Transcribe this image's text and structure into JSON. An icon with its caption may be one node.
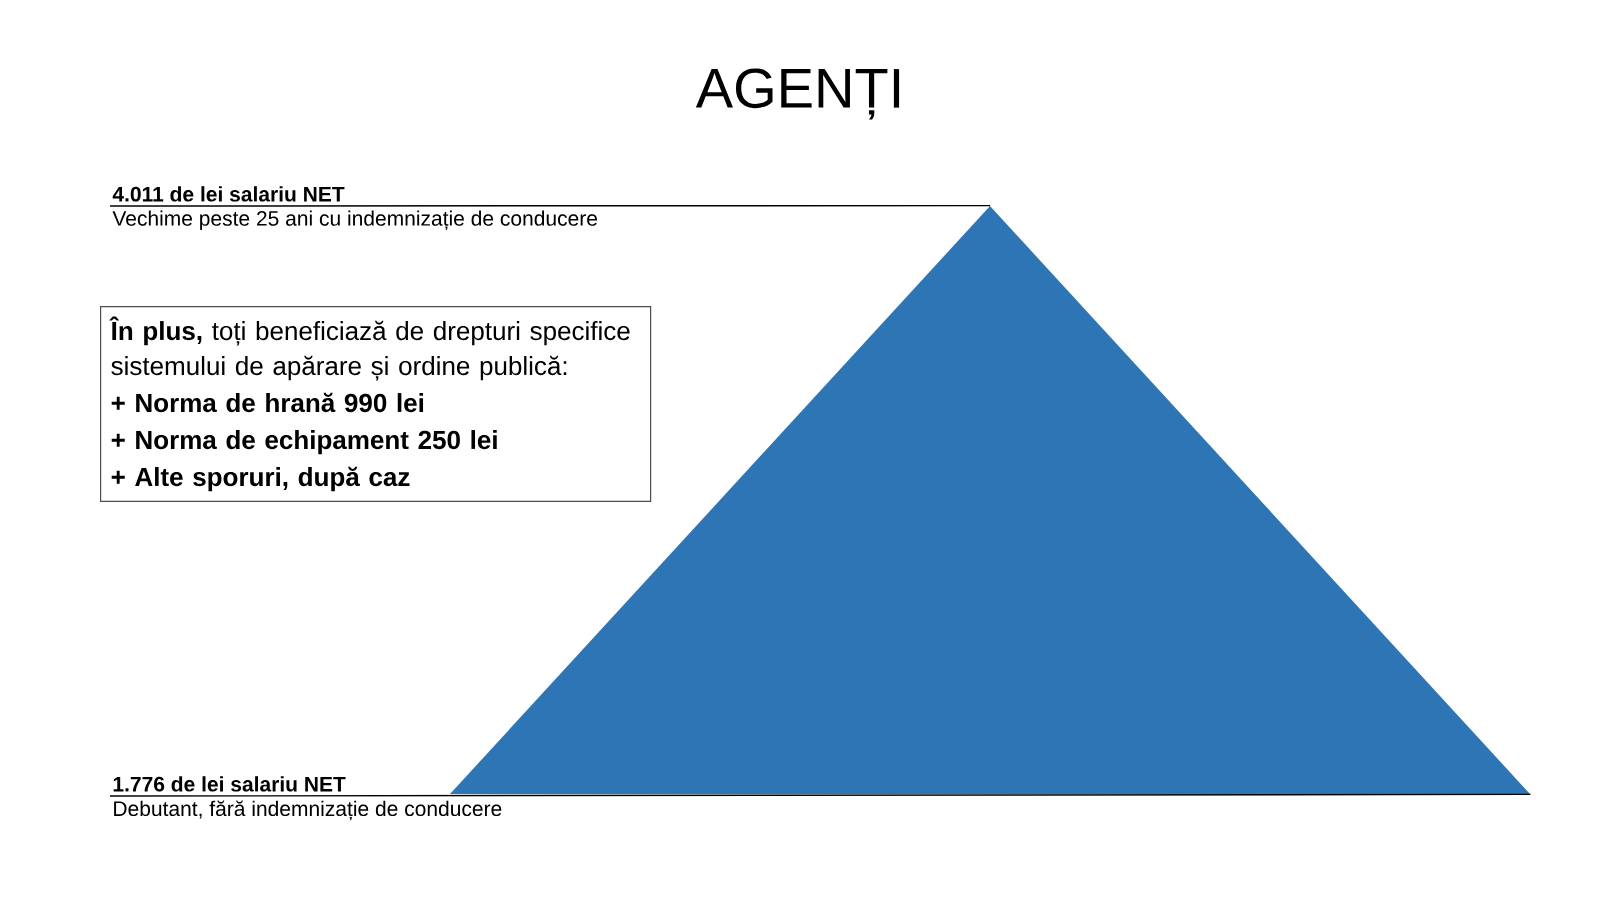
{
  "diagram": {
    "title": "AGENȚI",
    "nodes": [
      {
        "text": [],
        "shape": "triangle"
      },
      {
        "text": [
          "4.011 de lei salariu NET",
          "Vechime peste  25 ani cu indemnizație de conducere"
        ]
      },
      {
        "text": [
          "**În plus,** toți beneficiază de drepturi specifice sistemului de apărare și ordine publică:",
          "+ Norma de hrană 990 lei",
          "+ Norma de echipament 250 lei",
          "+ Alte sporuri, după caz"
        ]
      },
      {
        "text": [
          "1.776  de lei salariu  NET",
          "Debutant, fără indemnizație de conducere"
        ]
      }
    ],
    "edges": [
      {
        "from": 1,
        "to": 0,
        "arrow": "none"
      },
      {
        "from": 3,
        "to": 0,
        "arrow": "none"
      }
    ]
  }
}
